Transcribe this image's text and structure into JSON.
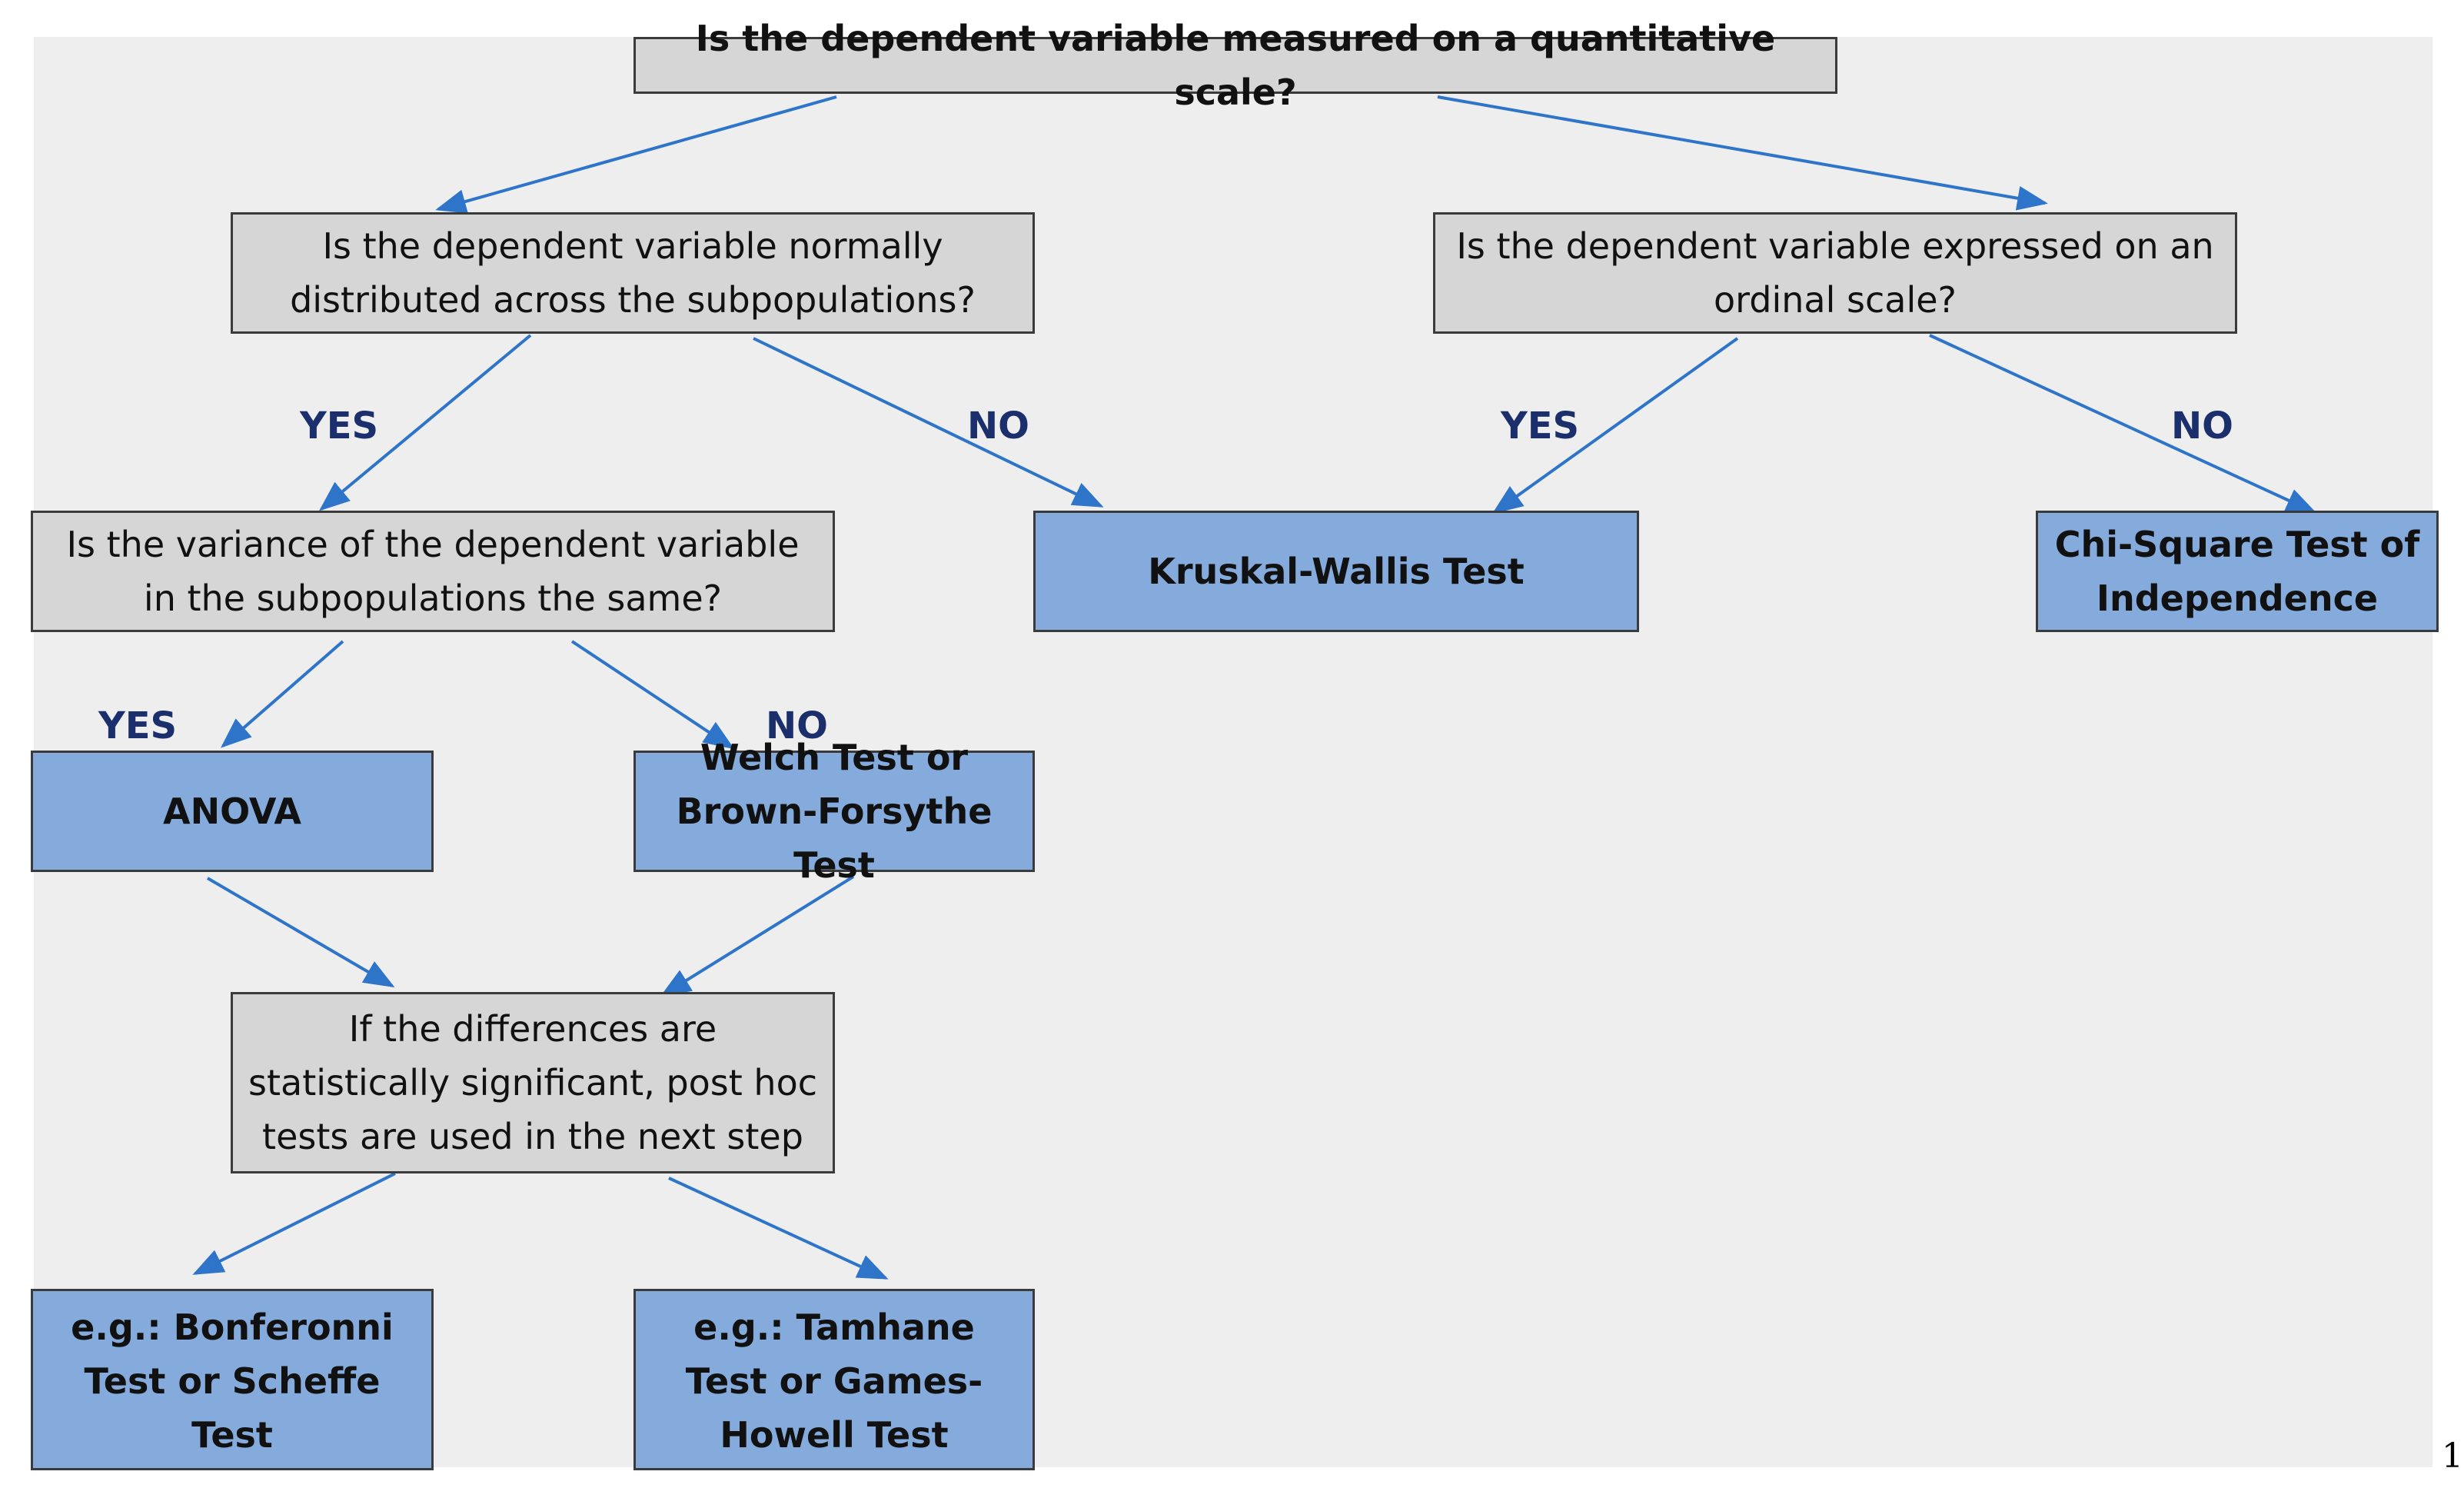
{
  "colors": {
    "question_fill": "#d6d6d6",
    "result_fill": "#85ABDD",
    "arrow": "#2E75C9",
    "label_text": "#1a2f6b",
    "background": "#eeeeee"
  },
  "nodes": {
    "root": "Is the dependent variable measured on a quantitative scale?",
    "q_normal": "Is the dependent variable normally distributed across the subpopulations?",
    "q_ordinal": "Is the dependent variable expressed on an ordinal scale?",
    "q_variance": "Is the variance of the dependent variable in the subpopulations the same?",
    "r_kruskal": "Kruskal-Wallis Test",
    "r_chisquare": "Chi-Square Test of Independence",
    "r_anova": "ANOVA",
    "r_welch": "Welch Test or Brown-Forsythe Test",
    "q_posthoc": "If the differences are statistically significant, post hoc tests are used in the next step",
    "r_bonferroni": "e.g.: Bonferonni Test or Scheffe Test",
    "r_tamhane": "e.g.: Tamhane Test or Games-Howell Test"
  },
  "edge_labels": {
    "normal_yes": "YES",
    "normal_no": "NO",
    "ordinal_yes": "YES",
    "ordinal_no": "NO",
    "variance_yes": "YES",
    "variance_no": "NO"
  },
  "page_mark": "1"
}
